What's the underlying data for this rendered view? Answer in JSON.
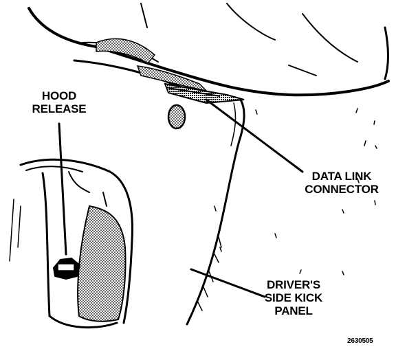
{
  "labels": {
    "hood_release": [
      "HOOD",
      "RELEASE"
    ],
    "data_link_connector": [
      "DATA LINK",
      "CONNECTOR"
    ],
    "drivers_side_kick_panel": [
      "DRIVER'S",
      "SIDE KICK",
      "PANEL"
    ]
  },
  "figure_id": "2630505",
  "colors": {
    "ink": "#000000",
    "paper": "#ffffff"
  }
}
